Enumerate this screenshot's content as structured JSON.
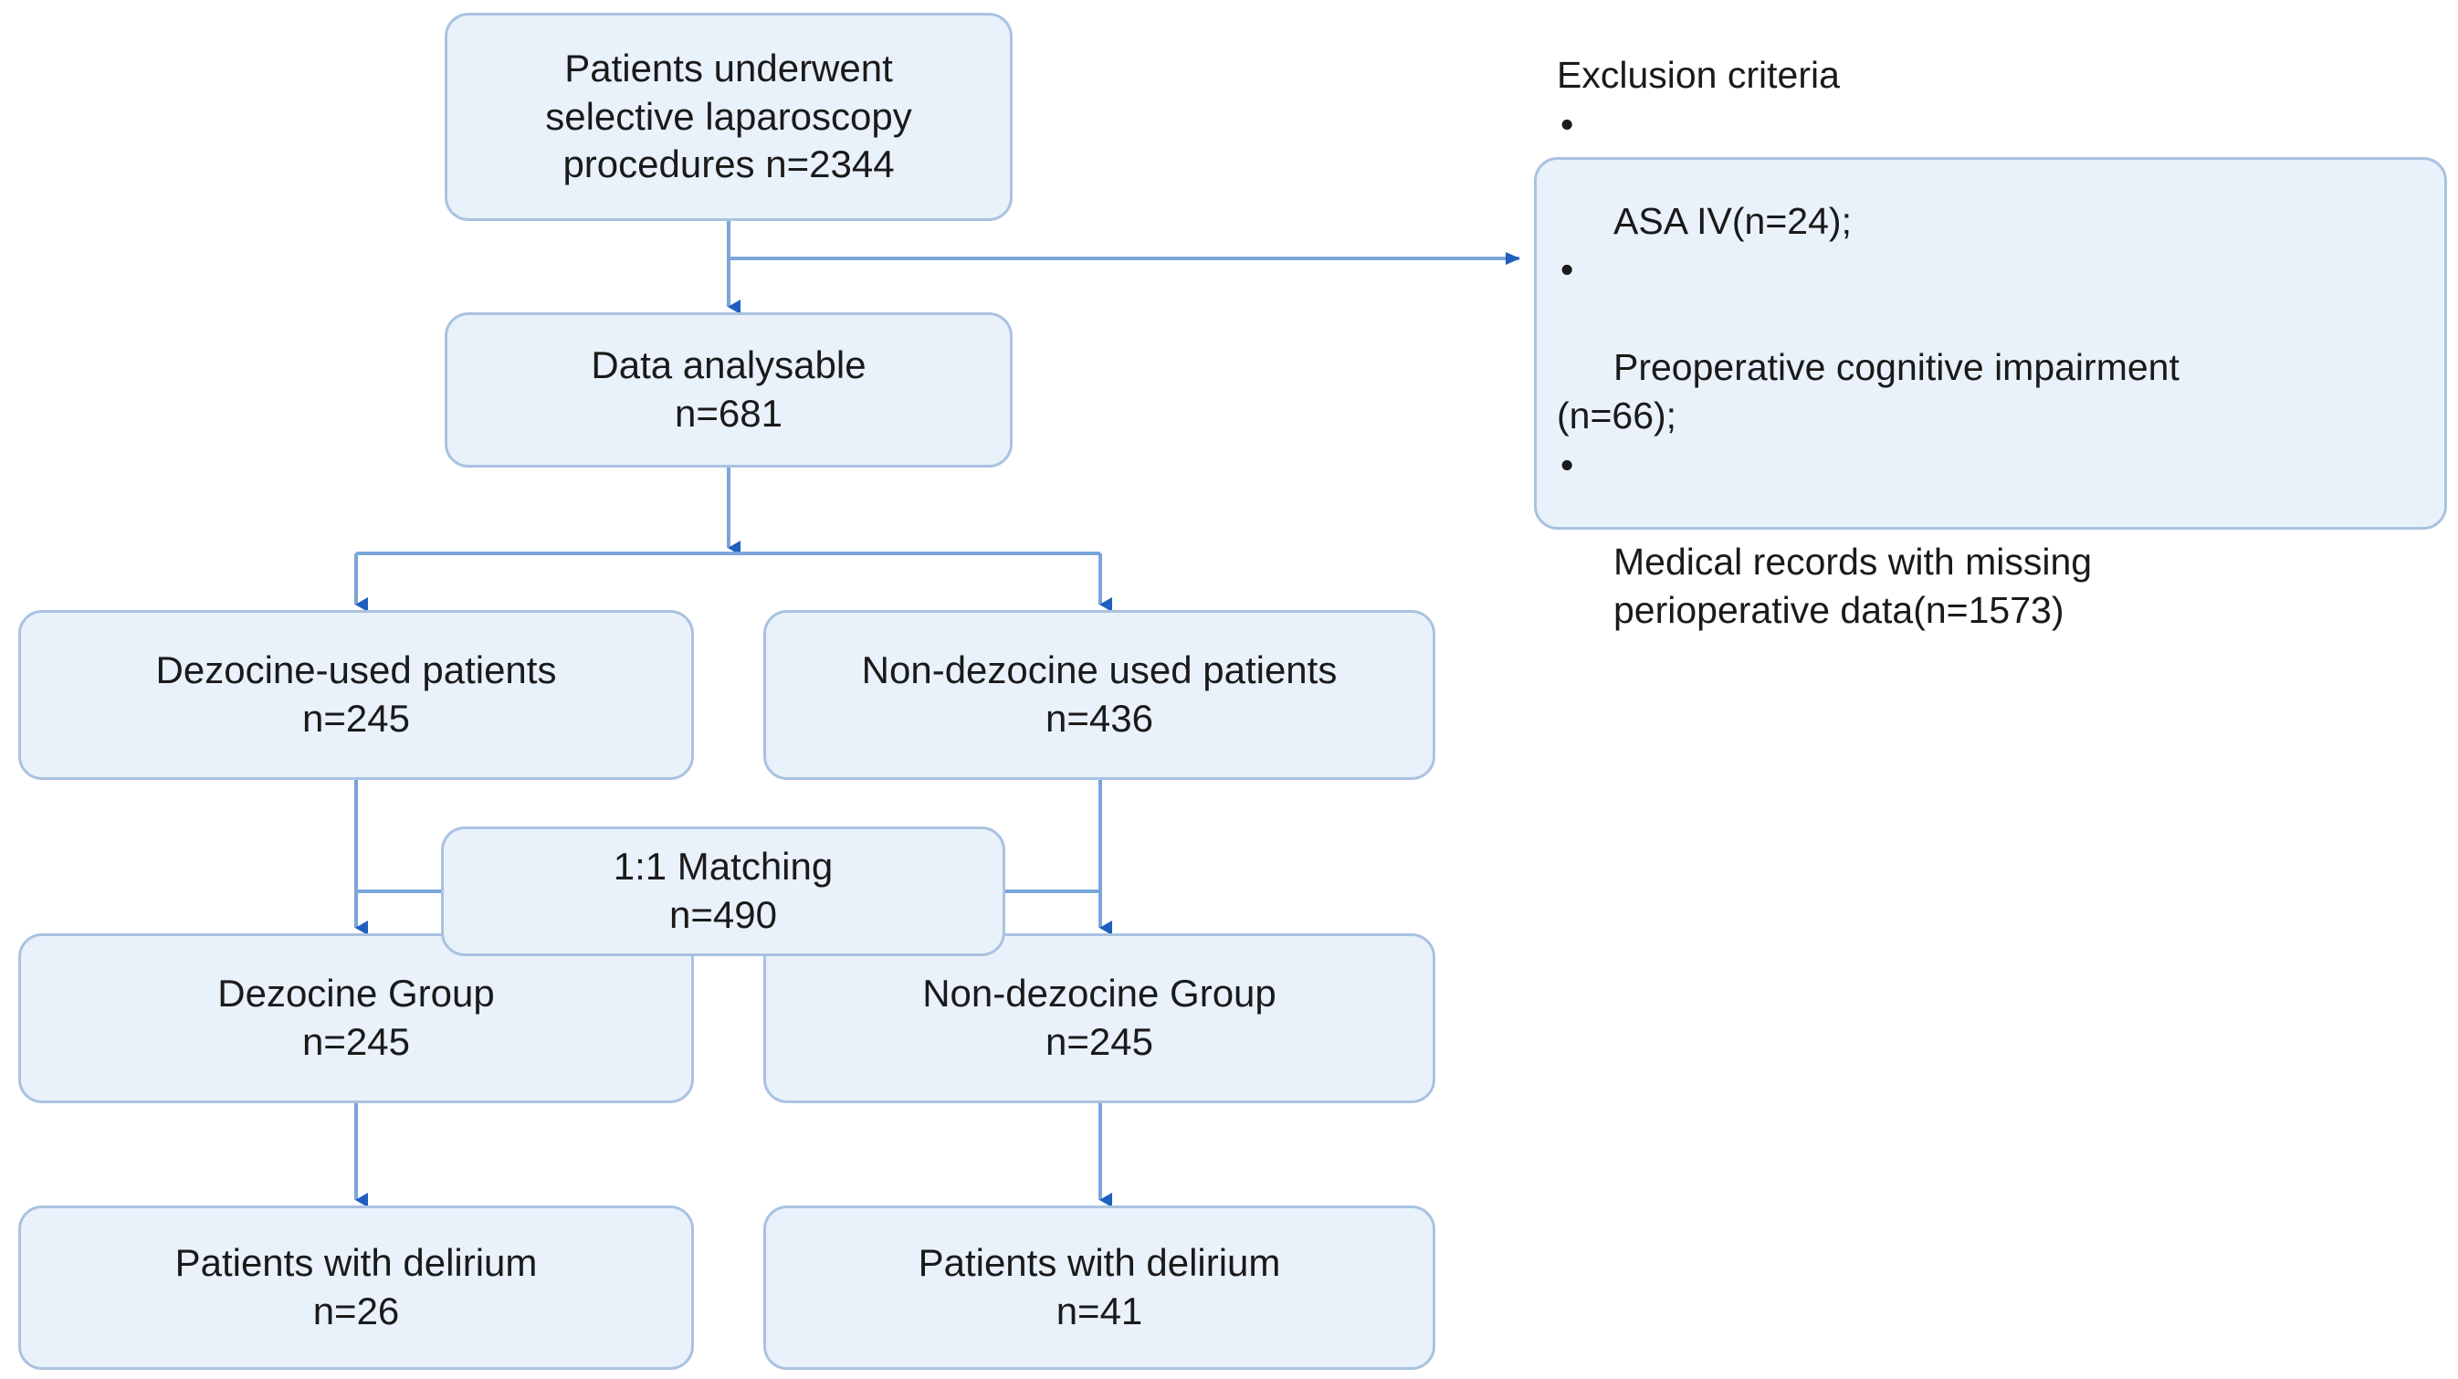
{
  "diagram": {
    "type": "flowchart",
    "title": "Patient enrolment and grouping flow diagram",
    "colors": {
      "node_fill": "#e9f1fb",
      "node_border": "#a9c2e0",
      "connector_line": "#7aa5da",
      "arrow_head": "#1f5fbf",
      "text": "#1a1a1a"
    },
    "nodes": {
      "enrolled": {
        "line1": "Patients underwent",
        "line2": "selective laparoscopy",
        "line3": "procedures  n=2344",
        "count": 2344
      },
      "analysable": {
        "line1": "Data analysable",
        "line2": "n=681",
        "count": 681
      },
      "dezocine_used": {
        "line1": "Dezocine-used patients",
        "line2": "n=245",
        "count": 245
      },
      "nondezocine_used": {
        "line1": "Non-dezocine used patients",
        "line2": "n=436",
        "count": 436
      },
      "matching": {
        "line1": "1:1  Matching",
        "line2": "n=490",
        "count": 490,
        "ratio": "1:1"
      },
      "dezocine_group": {
        "line1": "Dezocine Group",
        "line2": "n=245",
        "count": 245
      },
      "nondezocine_group": {
        "line1": "Non-dezocine Group",
        "line2": "n=245",
        "count": 245
      },
      "dezocine_delirium": {
        "line1": "Patients with delirium",
        "line2": "n=26",
        "count": 26
      },
      "nondezocine_delirium": {
        "line1": "Patients with delirium",
        "line2": "n=41",
        "count": 41
      },
      "exclusion": {
        "title": "Exclusion criteria",
        "bullet_glyph": "•",
        "items": [
          {
            "text": "ASA IV(n=24);",
            "count": 24
          },
          {
            "text": "Preoperative cognitive impairment",
            "continuation": "(n=66);",
            "count": 66
          },
          {
            "text": "Medical records with missing",
            "continuation_indented": "perioperative data(n=1573)",
            "count": 1573
          }
        ]
      }
    }
  }
}
